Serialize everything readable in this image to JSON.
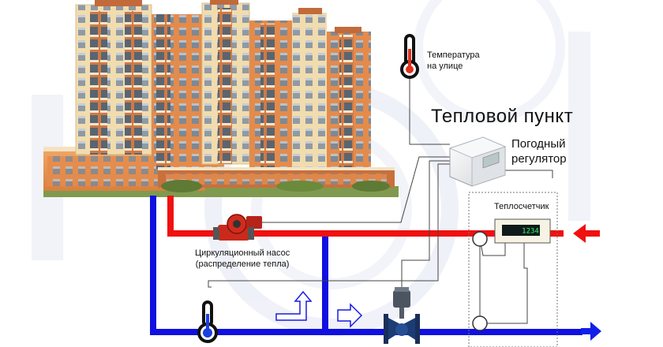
{
  "labels": {
    "outside_temp": [
      "Температура",
      "на улице"
    ],
    "heat_point": "Тепловой пункт",
    "regulator": [
      "Погодный",
      "регулятор"
    ],
    "heat_meter": "Теплосчетчик",
    "meter_display": "1234",
    "pump": [
      "Циркуляционный насос",
      "(распределение тепла)"
    ]
  },
  "colors": {
    "supply_pipe": "#f01010",
    "return_pipe": "#1010e0",
    "arrow_supply": "#f01010",
    "arrow_return": "#1020e8",
    "watermark": "#eef0f8"
  },
  "icons": {
    "outside_thermometer": "thermometer-icon",
    "pipe_thermometer": "thermometer-icon",
    "pump": "circulation-pump-icon",
    "valve": "control-valve-icon",
    "regulator": "weather-controller-device",
    "meter": "heat-meter-device",
    "building": "apartment-building-image"
  }
}
